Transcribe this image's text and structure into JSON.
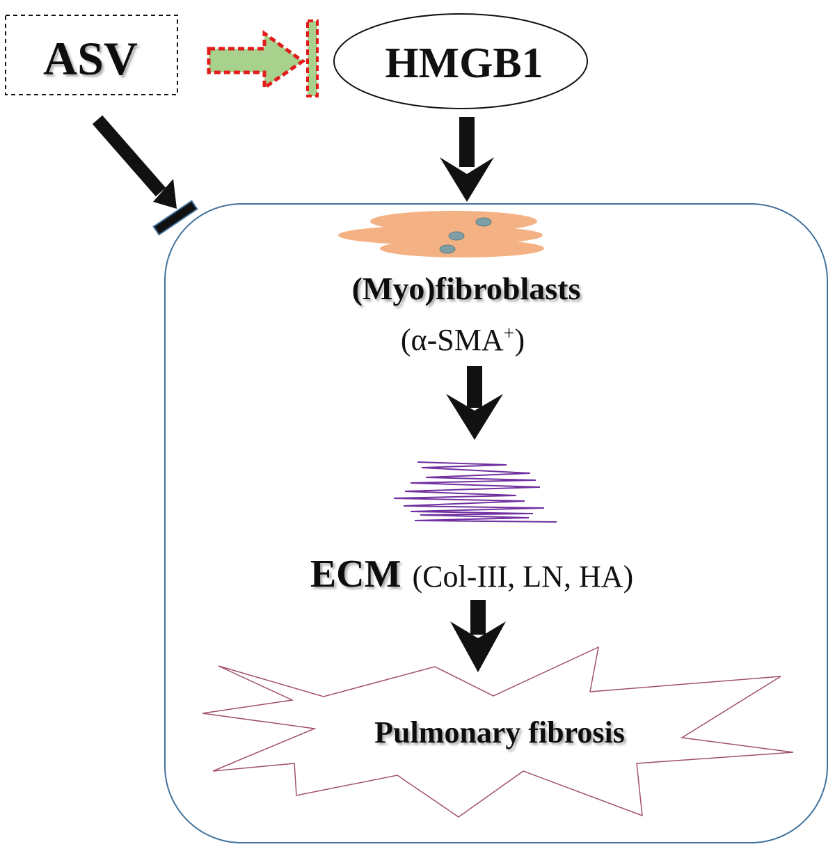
{
  "nodes": {
    "asv": "ASV",
    "hmgb1": "HMGB1",
    "myofibroblasts": "(Myo)fibroblasts",
    "sma_prefix": "(α-SMA",
    "sma_sup": "+",
    "sma_suffix": ")",
    "ecm": "ECM",
    "ecm_detail": "(Col-III, LN, HA)",
    "pulmonary_fibrosis": "Pulmonary fibrosis"
  },
  "colors": {
    "inhibit_arrow_fill": "#a8d18d",
    "inhibit_arrow_stroke": "#e21b1b",
    "fibroblast_fill": "#f4b183",
    "nucleus_fill": "#7f9fa6",
    "ecm_fiber": "#7030a0",
    "container_border": "#41719c",
    "starburst_stroke": "#a0506a"
  }
}
